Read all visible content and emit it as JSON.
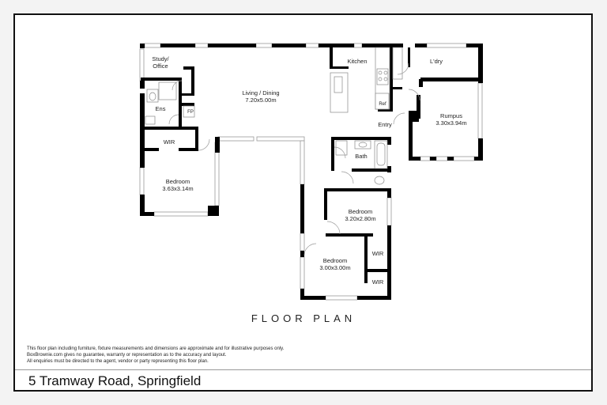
{
  "plan_title": "FLOOR PLAN",
  "address": "5 Tramway Road, Springfield",
  "disclaimer": [
    "This floor plan including furniture, fixture measurements and dimensions are approximate and for illustrative purposes only.",
    "BoxBrownie.com gives no guarantee, warranty or representation as to the accuracy and layout.",
    "All enquiries must be directed to the agent, vendor or party representing this floor plan."
  ],
  "rooms": {
    "study": {
      "name_line1": "Study/",
      "name_line2": "Office"
    },
    "ensuite": {
      "name": "Ens"
    },
    "fireplace": {
      "name": "FP"
    },
    "wir_master": {
      "name": "WIR"
    },
    "bedroom_master": {
      "name": "Bedroom",
      "size": "3.63x3.14m"
    },
    "living_dining": {
      "name": "Living / Dining",
      "size": "7.20x5.00m"
    },
    "kitchen": {
      "name": "Kitchen"
    },
    "fridge": {
      "name": "Ref"
    },
    "laundry": {
      "name": "L'dry"
    },
    "entry": {
      "name": "Entry"
    },
    "rumpus": {
      "name": "Rumpus",
      "size": "3.30x3.94m"
    },
    "bath": {
      "name": "Bath"
    },
    "bedroom_2": {
      "name": "Bedroom",
      "size": "3.20x2.80m"
    },
    "bedroom_3": {
      "name": "Bedroom",
      "size": "3.00x3.00m"
    },
    "wir_2": {
      "name": "WIR"
    },
    "wir_3": {
      "name": "WIR"
    }
  }
}
